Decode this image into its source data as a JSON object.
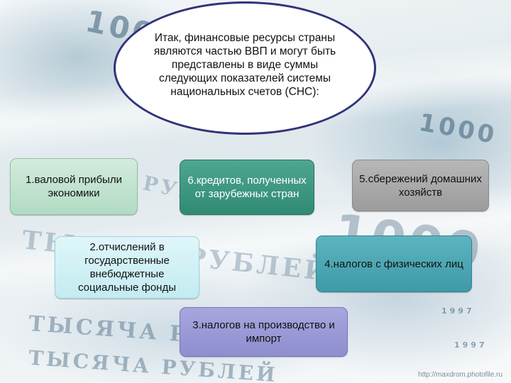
{
  "slide": {
    "intro_text": "Итак, финансовые ресурсы страны являются частью ВВП и могут быть представлены в виде суммы следующих показателей системы национальных счетов (СНС):",
    "items": [
      {
        "label": "1.валовой прибыли экономики"
      },
      {
        "label": "2.отчислений в государственные внебюджетные социальные фонды"
      },
      {
        "label": "3.налогов на производство и импорт"
      },
      {
        "label": "4.налогов с физических лиц"
      },
      {
        "label": "5.сбережений домашних хозяйств"
      },
      {
        "label": "6.кредитов, полученных от зарубежных стран"
      }
    ]
  },
  "background": {
    "watermark_numbers": [
      "1000",
      "1000",
      "1000",
      "1997",
      "1997"
    ],
    "watermark_words": [
      "ТЫСЯЧА РУБЛЕЙ",
      "ТЫСЯЧА РУБЛЕЙ",
      "ТЫСЯЧА РУБЛЕЙ",
      "РУБЛЕЙ"
    ],
    "source_url": "http://maxdrom.photofile.ru"
  },
  "colors": {
    "ellipse_border": "#33337a",
    "box_1": "#b1dbc3",
    "box_2": "#c3ebf1",
    "box_3": "#8f8ecf",
    "box_4": "#3f9aa7",
    "box_5": "#9c9c9c",
    "box_6": "#2f8a74"
  }
}
